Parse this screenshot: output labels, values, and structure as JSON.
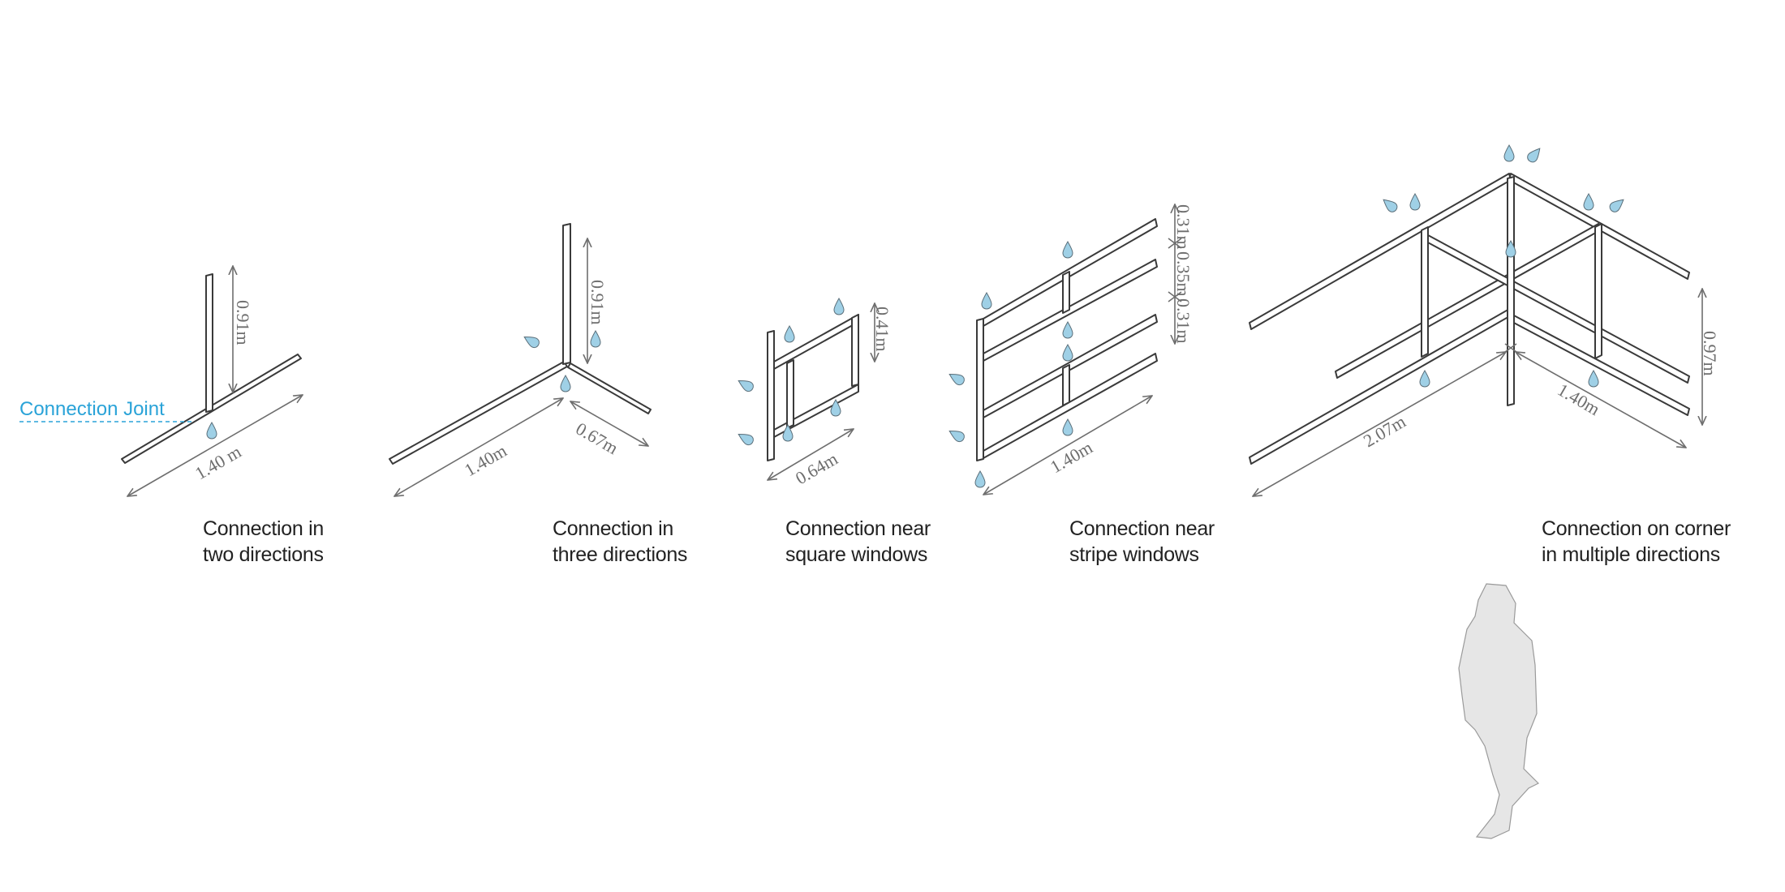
{
  "connection_joint_label": "Connection Joint",
  "panels": [
    {
      "id": "two-directions",
      "caption": [
        "Connection in",
        "two directions"
      ],
      "dimensions": [
        "0.91m",
        "1.40 m"
      ]
    },
    {
      "id": "three-directions",
      "caption": [
        "Connection in",
        "three directions"
      ],
      "dimensions": [
        "0.91m",
        "1.40m",
        "0.67m"
      ]
    },
    {
      "id": "square-windows",
      "caption": [
        "Connection near",
        "square windows"
      ],
      "dimensions": [
        "0.41m",
        "0.64m"
      ]
    },
    {
      "id": "stripe-windows",
      "caption": [
        "Connection near",
        "stripe windows"
      ],
      "dimensions": [
        "0.31m",
        "0.35m",
        "0.31m",
        "1.40m"
      ]
    },
    {
      "id": "corner-multiple",
      "caption": [
        "Connection on corner",
        "in multiple directions"
      ],
      "dimensions": [
        "0.97m",
        "1.40m",
        "2.07m"
      ]
    }
  ],
  "colors": {
    "beam": "#3a3a3a",
    "dimension": "#6e6e6e",
    "joint_label": "#2aa3d8",
    "joint_marker": "#9fd0e6",
    "person": "#e6e6e6"
  },
  "icons": [
    "connection-joint-marker",
    "person-silhouette"
  ]
}
